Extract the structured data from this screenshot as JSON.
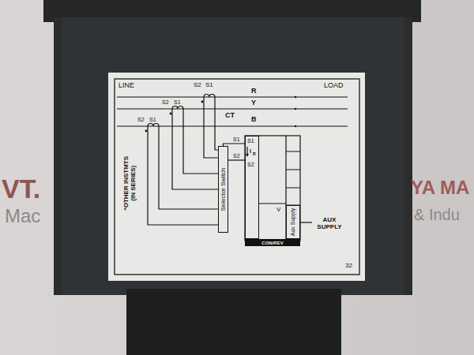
{
  "diagram": {
    "nodes": [
      {
        "text": [
          "Selector Switch"
        ]
      },
      {
        "text": [
          "S1",
          "S2"
        ]
      },
      {
        "text": [
          "Aux Supply"
        ]
      },
      {
        "text": [
          "CON/REV"
        ]
      }
    ],
    "edges": [
      {
        "from": 0,
        "to": 1,
        "arrow": "none"
      },
      {
        "from": 0,
        "to": 1,
        "arrow": "none"
      }
    ],
    "labels": [
      "LINE",
      "LOAD",
      "R",
      "Y",
      "B",
      "S2",
      "S1",
      "S2",
      "S1",
      "S2",
      "S1",
      "CT",
      "*OTHER INSTMTS (IN SERIES)",
      "S1",
      "S2",
      "I",
      "R",
      "V",
      "AUX SUPPLY",
      "32",
      "VT.",
      "Mac",
      "YA MA",
      "& Indu"
    ]
  }
}
